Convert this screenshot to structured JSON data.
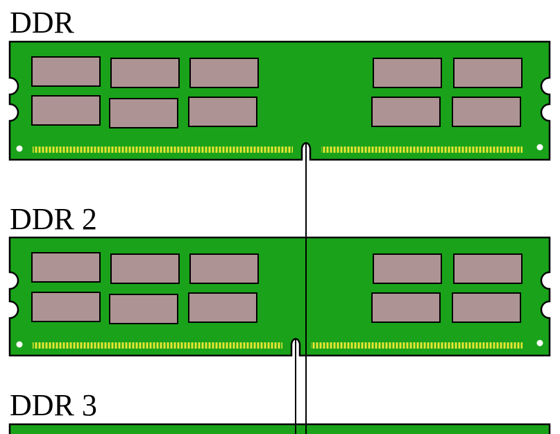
{
  "modules": [
    {
      "label": "DDR",
      "notch_position": "center"
    },
    {
      "label": "DDR 2",
      "notch_position": "left-of-center"
    },
    {
      "label": "DDR 3",
      "notch_position": "further-left"
    }
  ],
  "colors": {
    "pcb": "#1aa31a",
    "chip": "#ad9393",
    "pins": "#e6e633",
    "outline": "#000000",
    "background": "#ffffff"
  }
}
